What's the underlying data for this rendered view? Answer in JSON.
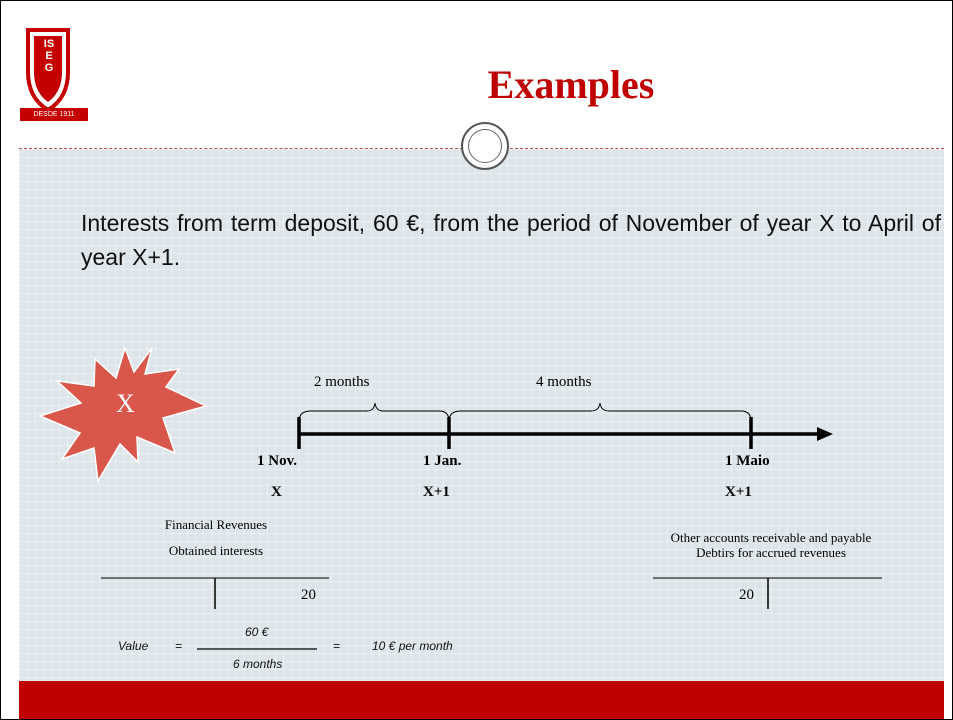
{
  "slide": {
    "title": "Examples",
    "logo": {
      "letters": "ISEG",
      "year_banner": "DESDE 1911"
    },
    "paragraph": "Interests from term deposit, 60 €, from the period of November of year X to April of year  X+1.",
    "starburst_label": "X",
    "timeline": {
      "brace_left_label": "2 months",
      "brace_right_label": "4 months",
      "points": [
        {
          "date": "1 Nov.",
          "year": "X"
        },
        {
          "date": "1 Jan.",
          "year": "X+1"
        },
        {
          "date": "1 Maio",
          "year": "X+1"
        }
      ]
    },
    "left_account": {
      "line1": "Financial Revenues",
      "line2": "Obtained interests",
      "credit_value": "20"
    },
    "right_account": {
      "line1": "Other accounts receivable and payable",
      "line2": "Debtirs for accrued revenues",
      "debit_value": "20"
    },
    "formula": {
      "label": "Value",
      "eq1": "=",
      "numerator": "60 €",
      "denominator": "6 months",
      "eq2": "=",
      "result": "10 € per month"
    }
  },
  "colors": {
    "title": "#c00000",
    "footer": "#c00000",
    "starburst": "#d9574a",
    "content_bg": "#dde5ea"
  }
}
